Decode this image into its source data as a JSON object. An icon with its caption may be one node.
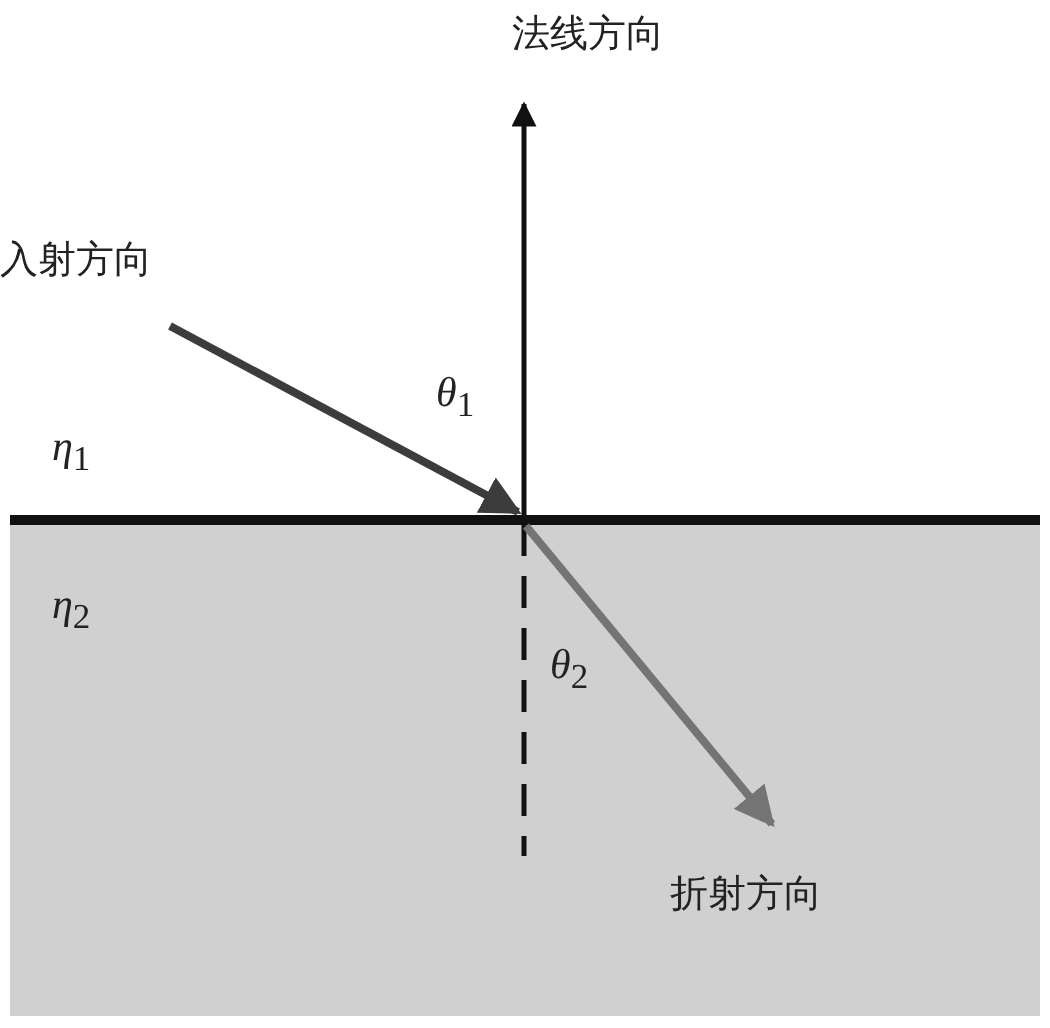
{
  "diagram": {
    "labels": [
      "法线方向",
      "入射方向",
      "*θ*$_{1}$",
      "*η*$_{1}$",
      "*η*$_{2}$",
      "*θ*$_{2}$",
      "折射方向"
    ]
  }
}
